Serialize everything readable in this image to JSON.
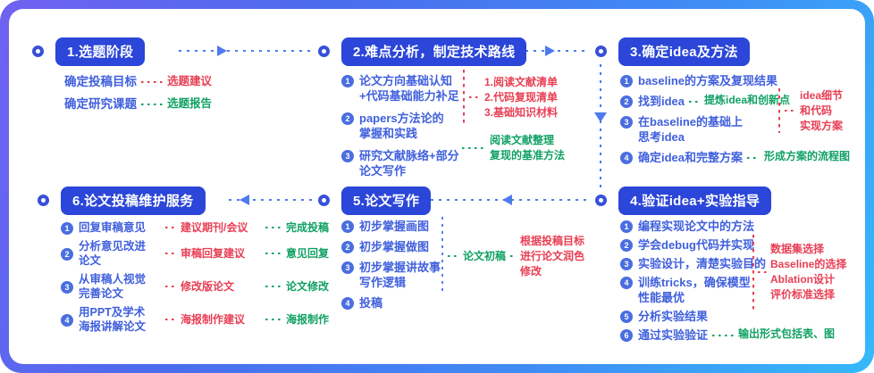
{
  "colors": {
    "frame_gradient_start": "#7061f1",
    "frame_gradient_end": "#35b9fa",
    "badge_bg": "#2b46d8",
    "item_text": "#4060dd",
    "red_accent": "#e83f54",
    "green_accent": "#11a164",
    "connector_blue": "#4d7aee",
    "card_bg": "#ffffff"
  },
  "sections": [
    {
      "title": "1.选题阶段",
      "items": [
        {
          "label": "确定投稿目标",
          "note": "选题建议",
          "note_color": "red"
        },
        {
          "label": "确定研究课题",
          "note": "选题报告",
          "note_color": "green"
        }
      ]
    },
    {
      "title": "2.难点分析，制定技术路线",
      "items": [
        {
          "num": "1",
          "label": "论文方向基础认知\n+代码基础能力补足"
        },
        {
          "num": "2",
          "label": "papers方法论的\n掌握和实践"
        },
        {
          "num": "3",
          "label": "研究文献脉络+部分\n论文写作"
        }
      ],
      "red_outputs": [
        "1.阅读文献清单",
        "2.代码复现清单",
        "3.基础知识材料"
      ],
      "green_outputs": [
        "阅读文献整理",
        "复现的基准方法"
      ]
    },
    {
      "title": "3.确定idea及方法",
      "items": [
        {
          "num": "1",
          "label": "baseline的方案及复现结果"
        },
        {
          "num": "2",
          "label": "找到idea",
          "green_note": "提炼idea和创新点"
        },
        {
          "num": "3",
          "label": "在baseline的基础上\n思考idea"
        },
        {
          "num": "4",
          "label": "确定idea和完整方案",
          "green_note": "形成方案的流程图"
        }
      ],
      "red_outputs": [
        "idea细节",
        "和代码",
        "实现方案"
      ]
    },
    {
      "title": "4.验证idea+实验指导",
      "items": [
        {
          "num": "1",
          "label": "编程实现论文中的方法"
        },
        {
          "num": "2",
          "label": "学会debug代码并实现"
        },
        {
          "num": "3",
          "label": "实验设计，清楚实验目的"
        },
        {
          "num": "4",
          "label": "训练tricks，确保模型\n性能最优"
        },
        {
          "num": "5",
          "label": "分析实验结果"
        },
        {
          "num": "6",
          "label": "通过实验验证",
          "green_note": "输出形式包括表、图"
        }
      ],
      "red_outputs": [
        "数据集选择",
        "Baseline的选择",
        "Ablation设计",
        "评价标准选择"
      ]
    },
    {
      "title": "5.论文写作",
      "items": [
        {
          "num": "1",
          "label": "初步掌握画图"
        },
        {
          "num": "2",
          "label": "初步掌握做图"
        },
        {
          "num": "3",
          "label": "初步掌握讲故事\n写作逻辑"
        },
        {
          "num": "4",
          "label": "投稿"
        }
      ],
      "green_label": "论文初稿",
      "red_outputs": [
        "根据投稿目标",
        "进行论文润色",
        "修改"
      ]
    },
    {
      "title": "6.论文投稿维护服务",
      "items": [
        {
          "num": "1",
          "label": "回复审稿意见",
          "red_note": "建议期刊/会议",
          "green_note": "完成投稿"
        },
        {
          "num": "2",
          "label": "分析意见改进\n论文",
          "red_note": "审稿回复建议",
          "green_note": "意见回复"
        },
        {
          "num": "3",
          "label": "从审稿人视觉\n完善论文",
          "red_note": "修改版论文",
          "green_note": "论文修改"
        },
        {
          "num": "4",
          "label": "用PPT及学术\n海报讲解论文",
          "red_note": "海报制作建议",
          "green_note": "海报制作"
        }
      ]
    }
  ]
}
